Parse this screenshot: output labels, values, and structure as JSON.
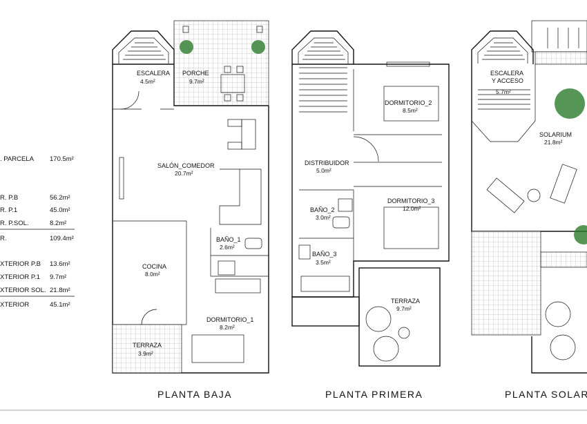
{
  "summary": {
    "rows": [
      {
        "label": ". PARCELA",
        "value": "170.5m²"
      },
      {
        "label": "R. P.B",
        "value": "56.2m²"
      },
      {
        "label": "R. P.1",
        "value": "45.0m²"
      },
      {
        "label": "R. P.SOL.",
        "value": "8.2m²"
      },
      {
        "label": "R.",
        "value": "109.4m²"
      },
      {
        "label": "XTERIOR P.B",
        "value": "13.6m²"
      },
      {
        "label": "XTERIOR P.1",
        "value": "9.7m²"
      },
      {
        "label": "XTERIOR SOL.",
        "value": "21.8m²"
      },
      {
        "label": "XTERIOR",
        "value": "45.1m²"
      }
    ]
  },
  "plans": {
    "baja": {
      "title": "PLANTA BAJA",
      "rooms": {
        "escalera": {
          "name": "ESCALERA",
          "area": "4.5m²"
        },
        "porche": {
          "name": "PORCHE",
          "area": "9.7m²"
        },
        "salon": {
          "name": "SALÓN_COMEDOR",
          "area": "20.7m²"
        },
        "bano1": {
          "name": "BAÑO_1",
          "area": "2.6m²"
        },
        "cocina": {
          "name": "COCINA",
          "area": "8.0m²"
        },
        "dormitorio1": {
          "name": "DORMITORIO_1",
          "area": "8.2m²"
        },
        "terraza": {
          "name": "TERRAZA",
          "area": "3.9m²"
        }
      }
    },
    "primera": {
      "title": "PLANTA PRIMERA",
      "rooms": {
        "dormitorio2": {
          "name": "DORMITORIO_2",
          "area": "8.5m²"
        },
        "distribuidor": {
          "name": "DISTRIBUIDOR",
          "area": "5.0m²"
        },
        "bano2": {
          "name": "BAÑO_2",
          "area": "3.0m²"
        },
        "dormitorio3": {
          "name": "DORMITORIO_3",
          "area": "12.0m²"
        },
        "bano3": {
          "name": "BAÑO_3",
          "area": "3.5m²"
        },
        "terraza": {
          "name": "TERRAZA",
          "area": "9.7m²"
        }
      }
    },
    "solarium": {
      "title": "PLANTA SOLARIU",
      "rooms": {
        "escalera": {
          "name": "ESCALERA",
          "name2": "Y ACCESO",
          "area": "5.7m²"
        },
        "solarium": {
          "name": "SOLARIUM",
          "area": "21.8m²"
        }
      }
    }
  }
}
